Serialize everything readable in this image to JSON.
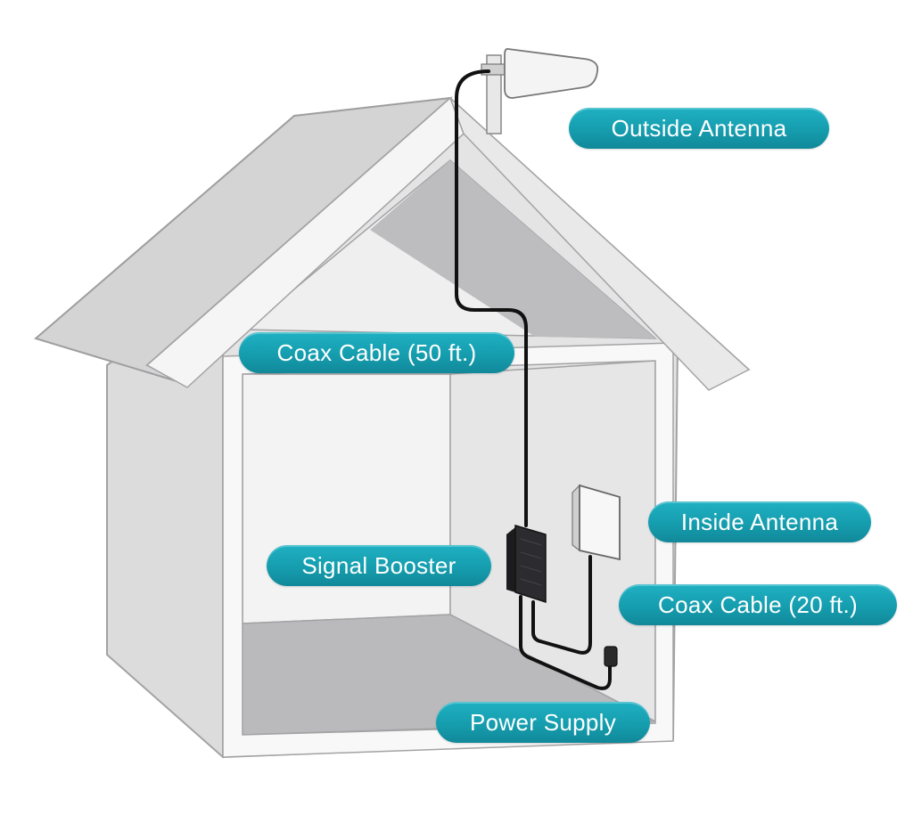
{
  "labels": {
    "outside_antenna": "Outside Antenna",
    "coax_cable_50": "Coax Cable (50 ft.)",
    "inside_antenna": "Inside Antenna",
    "signal_booster": "Signal Booster",
    "coax_cable_20": "Coax Cable (20 ft.)",
    "power_supply": "Power Supply"
  },
  "colors": {
    "label_bg": "#1aa7b8",
    "label_text": "#ffffff",
    "house_wall": "#d9d9da",
    "house_outline": "#9a9a9c",
    "cable": "#111111",
    "booster": "#2b2b2e"
  }
}
